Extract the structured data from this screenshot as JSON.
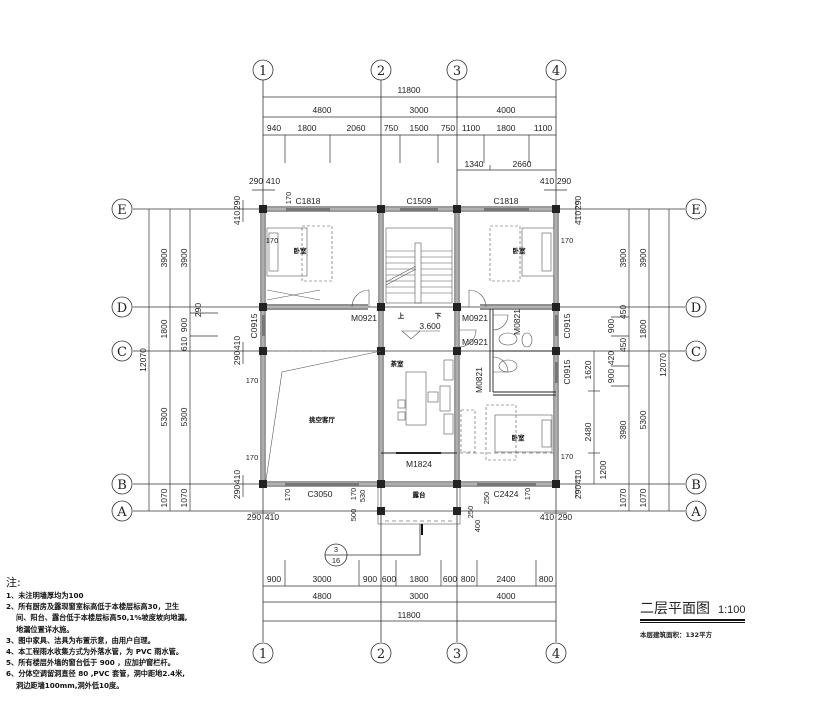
{
  "axes": {
    "x": [
      "1",
      "2",
      "3",
      "4"
    ],
    "y": [
      "A",
      "B",
      "C",
      "D",
      "E"
    ]
  },
  "dims_top": {
    "total": "11800",
    "bays": [
      "4800",
      "3000",
      "4000"
    ],
    "detail": [
      "940",
      "1800",
      "2060",
      "750",
      "1500",
      "750",
      "1100",
      "1800",
      "1100"
    ],
    "sub": [
      "1340",
      "2660"
    ],
    "edge": [
      "290",
      "410",
      "410",
      "290"
    ]
  },
  "dims_bottom": {
    "detail": [
      "900",
      "3000",
      "900",
      "600",
      "1800",
      "600",
      "800",
      "2400",
      "800"
    ],
    "bays": [
      "4800",
      "3000",
      "4000"
    ],
    "total": "11800",
    "edge": [
      "290",
      "410",
      "410",
      "290"
    ]
  },
  "dims_left": {
    "total": "12070",
    "mid": [
      "3900",
      "1800",
      "5300",
      "1070"
    ],
    "inner": [
      "3900",
      "290",
      "900",
      "610",
      "5300",
      "1070"
    ],
    "edge": [
      "290",
      "410",
      "410",
      "290",
      "410",
      "290"
    ]
  },
  "dims_right": {
    "total": "12070",
    "mid": [
      "3900",
      "1800",
      "5300",
      "1070"
    ],
    "inner": [
      "3900",
      "450",
      "900",
      "450",
      "3980",
      "1070"
    ],
    "innermost": [
      "420",
      "900",
      "1620",
      "2480",
      "1200"
    ],
    "edge": [
      "290",
      "410",
      "410",
      "290"
    ]
  },
  "misc_dims": {
    "d170": "170",
    "d530": "530",
    "d500": "500",
    "d250": "250",
    "d400": "400"
  },
  "windows": [
    "C1818",
    "C1509",
    "C1818",
    "C0915",
    "C0915",
    "C0915",
    "C3050",
    "C2424"
  ],
  "doors": [
    "M0921",
    "M0921",
    "M0921",
    "M0821",
    "M0821",
    "M1824"
  ],
  "rooms": {
    "bedroom": "卧室",
    "void_living": "挑空客厅",
    "tea_room": "茶室",
    "terrace": "露台"
  },
  "stair": {
    "up": "上",
    "down": "下"
  },
  "level": "3.600",
  "detail_ref": {
    "number": "3",
    "sheet": "16"
  },
  "title": {
    "name": "二层平面图",
    "scale": "1:100",
    "area": "本层建筑面积：132平方"
  },
  "notes": {
    "heading": "注:",
    "lines": [
      "1、未注明墙厚均为100",
      "2、所有厨房及露现窗室标高低于本楼层标高30，卫生",
      "间、阳台、露台低于本楼层标高50,1%坡度坡向地漏,",
      "地漏位置详水施。",
      "3、图中家具、洁具为布置示意，由用户自理。",
      "4、本工程雨水收集方式为外落水管，为 PVC 雨水管。",
      "5、所有楼层外墙的窗台低于 900 ，应加护窗栏杆。",
      "6、分体空调留洞直径 80 ,PVC 套管，洞中距地2.4米,",
      "洞边距墙100mm,洞外低10度。"
    ]
  }
}
